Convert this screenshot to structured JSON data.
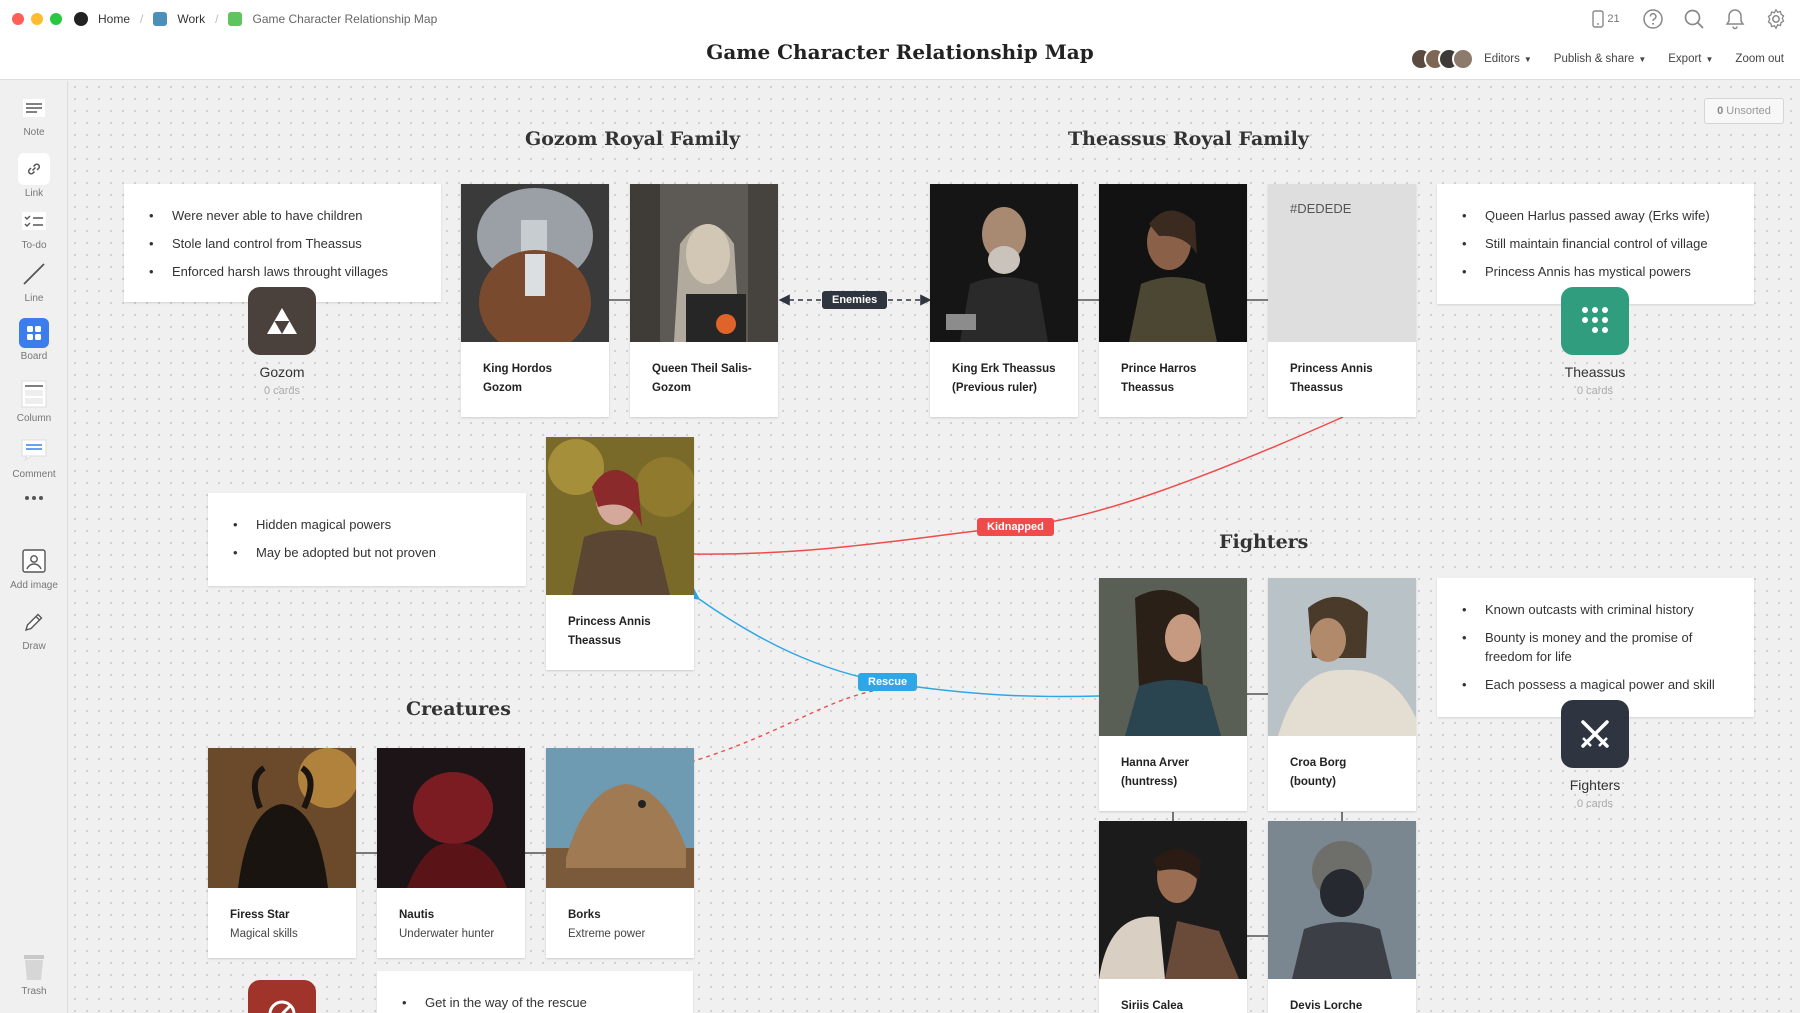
{
  "app": {
    "breadcrumbs": [
      {
        "label": "Home",
        "icon": "milanote-logo-icon"
      },
      {
        "label": "Work",
        "icon": "board-icon",
        "color": "#4a90b8"
      },
      {
        "label": "Game Character Relationship Map",
        "icon": "board-icon",
        "color": "#5fc35f"
      }
    ],
    "title": "Game Character Relationship Map",
    "device_count": "21",
    "menu": {
      "editors": "Editors",
      "publish": "Publish & share",
      "export": "Export",
      "zoom": "Zoom out"
    }
  },
  "sidebar": {
    "tools": [
      {
        "label": "Note",
        "icon": "note-icon"
      },
      {
        "label": "Link",
        "icon": "link-icon"
      },
      {
        "label": "To-do",
        "icon": "todo-icon"
      },
      {
        "label": "Line",
        "icon": "line-icon"
      },
      {
        "label": "Board",
        "icon": "board-icon",
        "color": "#3b7ded"
      },
      {
        "label": "Column",
        "icon": "column-icon"
      },
      {
        "label": "Comment",
        "icon": "comment-icon"
      },
      {
        "label": "",
        "icon": "more-icon"
      },
      {
        "label": "Add image",
        "icon": "image-icon"
      },
      {
        "label": "Draw",
        "icon": "pencil-icon"
      },
      {
        "label": "Trash",
        "icon": "trash-icon"
      }
    ]
  },
  "canvas": {
    "unsorted": {
      "count": "0",
      "label": "Unsorted"
    },
    "sections": {
      "gozom": "Gozom Royal Family",
      "theassus": "Theassus Royal Family",
      "fighters": "Fighters",
      "creatures": "Creatures"
    },
    "notes": {
      "gozom": [
        "Were never able to have children",
        "Stole land control from Theassus",
        "Enforced harsh laws throught villages"
      ],
      "theassus": [
        "Queen Harlus passed away (Erks wife)",
        "Still maintain financial control of village",
        "Princess Annis has mystical powers"
      ],
      "annis": [
        "Hidden magical powers",
        "May be adopted but not proven"
      ],
      "fighters": [
        "Known outcasts with criminal history",
        "Bounty is money and the promise of freedom for life",
        "Each possess a magical power and skill"
      ],
      "creatures": [
        "Get in the way of the rescue"
      ]
    },
    "boards": {
      "gozom": {
        "name": "Gozom",
        "count": "0 cards",
        "color": "#4a413c"
      },
      "theassus": {
        "name": "Theassus",
        "count": "0 cards",
        "color": "#2f9d7e"
      },
      "fighters": {
        "name": "Fighters",
        "count": "0 cards",
        "color": "#2f3540"
      },
      "creatures": {
        "color": "#a0332a"
      }
    },
    "cards": {
      "hordos": {
        "line1": "King Hordos",
        "line2": "Gozom"
      },
      "theil": {
        "line1": "Queen Theil Salis-",
        "line2": "Gozom"
      },
      "erk": {
        "line1": "King Erk Theassus",
        "line2": "(Previous ruler)"
      },
      "harros": {
        "line1": "Prince Harros",
        "line2": "Theassus"
      },
      "annis_top": {
        "line1": "Princess Annis",
        "line2": "Theassus",
        "swatch": "#DEDEDE"
      },
      "annis_mid": {
        "line1": "Princess Annis",
        "line2": "Theassus"
      },
      "hanna": {
        "line1": "Hanna Arver",
        "line2": "(huntress)"
      },
      "croa": {
        "line1": "Croa Borg",
        "line2": "(bounty)"
      },
      "siriis": {
        "line1": "Siriis Calea"
      },
      "devis": {
        "line1": "Devis Lorche"
      },
      "firess": {
        "line1": "Firess Star",
        "line2": "Magical skills"
      },
      "nautis": {
        "line1": "Nautis",
        "line2": "Underwater hunter"
      },
      "borks": {
        "line1": "Borks",
        "line2": "Extreme power"
      }
    },
    "labels": {
      "enemies": {
        "text": "Enemies",
        "color": "#2f3540"
      },
      "kidnapped": {
        "text": "Kidnapped",
        "color": "#ef4b4b"
      },
      "rescue": {
        "text": "Rescue",
        "color": "#2fa6e6"
      }
    }
  }
}
